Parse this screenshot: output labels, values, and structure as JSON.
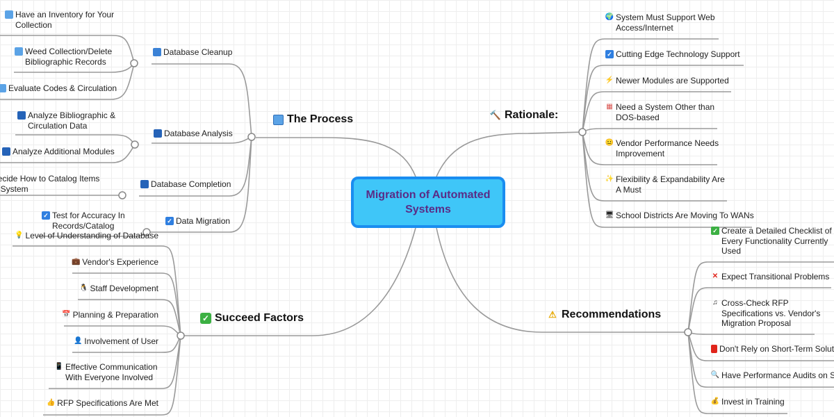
{
  "central": {
    "title": "Migration of Automated Systems"
  },
  "branches": {
    "process": {
      "label": "The Process",
      "icon": "blue-square-icon"
    },
    "rationale": {
      "label": "Rationale:",
      "icon": "hammer-icon"
    },
    "succeed": {
      "label": "Succeed Factors",
      "icon": "green-check-icon"
    },
    "recommendations": {
      "label": "Recommendations",
      "icon": "warning-icon"
    }
  },
  "process": {
    "cleanup": {
      "label": "Database Cleanup",
      "children": [
        "Have an Inventory for Your Collection",
        "Weed Collection/Delete Bibliographic Records",
        "Evaluate Codes & Circulation"
      ]
    },
    "analysis": {
      "label": "Database Analysis",
      "children": [
        "Analyze Bibliographic & Circulation Data",
        "Analyze Additional Modules"
      ]
    },
    "completion": {
      "label": "Database Completion",
      "children": [
        "Decide How to Catalog Items in System"
      ]
    },
    "migration": {
      "label": "Data Migration",
      "children": [
        "Test for Accuracy In Records/Catalog"
      ]
    }
  },
  "rationale": {
    "items": [
      "System Must Support Web Access/Internet",
      "Cutting Edge Technology Support",
      "Newer Modules are Supported",
      "Need a System Other than DOS-based",
      "Vendor Performance Needs Improvement",
      "Flexibility & Expandability Are A Must",
      "School Districts Are Moving To WANs"
    ]
  },
  "succeed": {
    "items": [
      "Level of Understanding of Database",
      "Vendor's Experience",
      "Staff Development",
      "Planning & Preparation",
      "Involvement of User",
      "Effective Communication With Everyone Involved",
      "RFP Specifications Are Met"
    ]
  },
  "recommendations": {
    "items": [
      "Create a Detailed Checklist of Every Functionality Currently Used",
      "Expect Transitional Problems",
      "Cross-Check RFP Specifications vs. Vendor's Migration Proposal",
      "Don't Rely on Short-Term Solut",
      "Have Performance Audits on Si",
      "Invest in Training"
    ]
  }
}
